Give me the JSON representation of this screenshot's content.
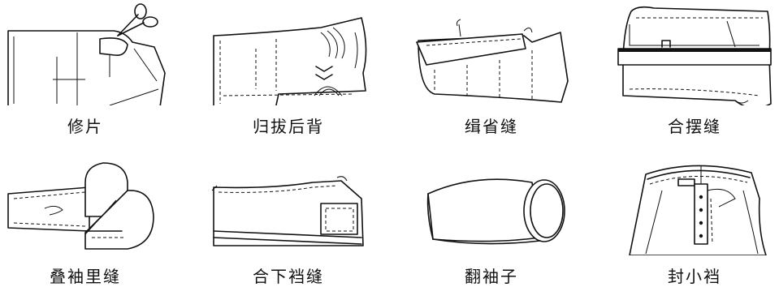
{
  "steps": [
    {
      "label": "修片",
      "icon": "trim-panel-scissors-icon"
    },
    {
      "label": "归拔后背",
      "icon": "shape-back-panel-icon"
    },
    {
      "label": "缉省缝",
      "icon": "stitch-dart-icon"
    },
    {
      "label": "合摆缝",
      "icon": "join-hem-seam-icon"
    },
    {
      "label": "叠袖里缝",
      "icon": "fold-sleeve-lining-icon"
    },
    {
      "label": "合下裆缝",
      "icon": "join-inseam-icon"
    },
    {
      "label": "翻袖子",
      "icon": "turn-sleeve-icon"
    },
    {
      "label": "封小裆",
      "icon": "close-crotch-icon"
    }
  ]
}
